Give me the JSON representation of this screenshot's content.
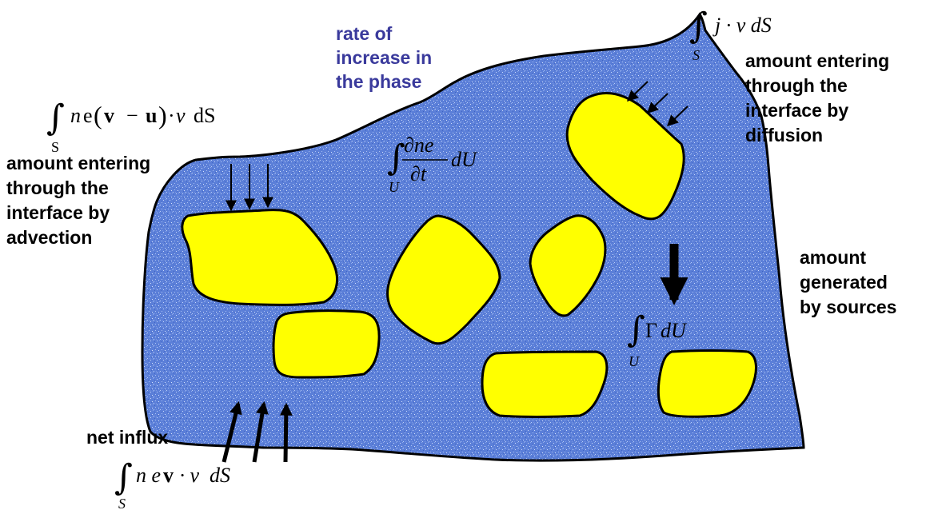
{
  "labels": {
    "rate": [
      "rate of",
      "increase in",
      "the phase"
    ],
    "advection": [
      "amount entering",
      "through the",
      "interface by",
      "advection"
    ],
    "diffusion": [
      "amount entering",
      "through the",
      "interface by",
      "diffusion"
    ],
    "sources": [
      "amount",
      "generated",
      "by sources"
    ],
    "influx": "net influx"
  },
  "formulas": {
    "advection": {
      "integral_sub": "S",
      "text_1": "n",
      "text_2": "e",
      "paren_open": "(",
      "v": "v",
      "minus": "−",
      "u": "u",
      "paren_close": ")",
      "dot": "·",
      "nu": "ν",
      "dS": "dS"
    },
    "diffusion": {
      "integral_sub": "S",
      "body": "j · ν dS"
    },
    "rate": {
      "integral_sub": "U",
      "numerator": "∂ne",
      "denominator": "∂t",
      "suffix": "dU"
    },
    "sources": {
      "integral_sub": "U",
      "gamma": "Γ",
      "suffix": "dU"
    },
    "influx": {
      "integral_sub": "S",
      "body_1": "n e",
      "v": "v",
      "body_2": " · ν  dS"
    }
  },
  "colors": {
    "region_fill": "#5a7fd6",
    "particle_fill": "#ffff00",
    "blue_text": "#3a3a9c"
  }
}
